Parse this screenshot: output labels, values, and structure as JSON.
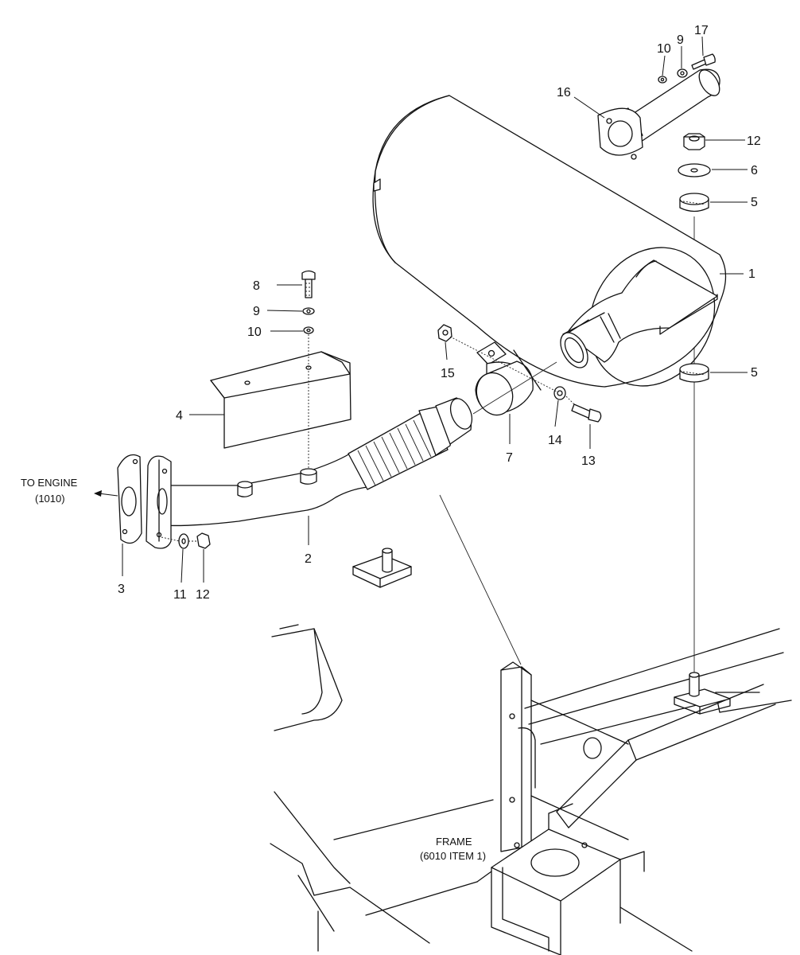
{
  "callouts": [
    {
      "id": "c1",
      "text": "1"
    },
    {
      "id": "c2",
      "text": "2"
    },
    {
      "id": "c3",
      "text": "3"
    },
    {
      "id": "c4",
      "text": "4"
    },
    {
      "id": "c5a",
      "text": "5"
    },
    {
      "id": "c5b",
      "text": "5"
    },
    {
      "id": "c6",
      "text": "6"
    },
    {
      "id": "c7",
      "text": "7"
    },
    {
      "id": "c8",
      "text": "8"
    },
    {
      "id": "c9a",
      "text": "9"
    },
    {
      "id": "c9b",
      "text": "9"
    },
    {
      "id": "c10a",
      "text": "10"
    },
    {
      "id": "c10b",
      "text": "10"
    },
    {
      "id": "c11",
      "text": "11"
    },
    {
      "id": "c12a",
      "text": "12"
    },
    {
      "id": "c12b",
      "text": "12"
    },
    {
      "id": "c13",
      "text": "13"
    },
    {
      "id": "c14",
      "text": "14"
    },
    {
      "id": "c15",
      "text": "15"
    },
    {
      "id": "c16",
      "text": "16"
    },
    {
      "id": "c17",
      "text": "17"
    }
  ],
  "labels": {
    "to_engine_line1": "TO ENGINE",
    "to_engine_line2": "(1010)",
    "frame_line1": "FRAME",
    "frame_line2": "(6010 ITEM 1)"
  }
}
